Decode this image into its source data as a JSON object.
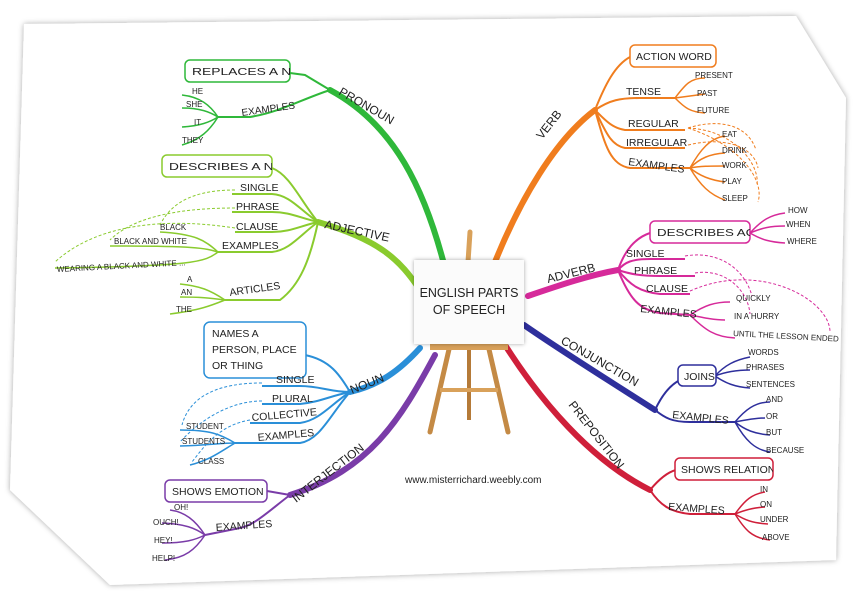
{
  "center": {
    "line1": "ENGLISH PARTS",
    "line2": "OF SPEECH"
  },
  "website": "www.misterrichard.weebly.com",
  "colors": {
    "pronoun": "#2fb83a",
    "adjective": "#8acb2e",
    "noun": "#2a8fd8",
    "interjection": "#7a3ca8",
    "verb": "#f07d1e",
    "adverb": "#d62a9a",
    "conjunction": "#2e2f9c",
    "preposition": "#cf1f3a",
    "easel": "#d9a15a"
  },
  "branches": {
    "pronoun": {
      "title": "PRONOUN",
      "definition": "REPLACES A NOUN",
      "examples_label": "EXAMPLES",
      "examples": [
        "HE",
        "SHE",
        "IT",
        "THEY"
      ]
    },
    "adjective": {
      "title": "ADJECTIVE",
      "definition": "DESCRIBES A NOUN",
      "forms": [
        "SINGLE",
        "PHRASE",
        "CLAUSE"
      ],
      "examples_label": "EXAMPLES",
      "examples": [
        "BLACK",
        "BLACK AND WHITE",
        "WEARING A BLACK AND WHITE ..."
      ],
      "articles_label": "ARTICLES",
      "articles": [
        "A",
        "AN",
        "THE"
      ]
    },
    "noun": {
      "title": "NOUN",
      "definition": [
        "NAMES A",
        "PERSON, PLACE",
        "OR THING"
      ],
      "forms": [
        "SINGLE",
        "PLURAL",
        "COLLECTIVE"
      ],
      "examples_label": "EXAMPLES",
      "examples": [
        "STUDENT",
        "STUDENTS",
        "CLASS"
      ]
    },
    "interjection": {
      "title": "INTERJECTION",
      "definition": "SHOWS EMOTION",
      "examples_label": "EXAMPLES",
      "examples": [
        "OH!",
        "OUCH!",
        "HEY!",
        "HELP!"
      ]
    },
    "verb": {
      "title": "VERB",
      "definition": "ACTION WORD",
      "tense_label": "TENSE",
      "tenses": [
        "PRESENT",
        "PAST",
        "FUTURE"
      ],
      "types": [
        "REGULAR",
        "IRREGULAR"
      ],
      "examples_label": "EXAMPLES",
      "examples": [
        "EAT",
        "DRINK",
        "WORK",
        "PLAY",
        "SLEEP"
      ]
    },
    "adverb": {
      "title": "ADVERB",
      "definition": "DESCRIBES ACTION",
      "questions": [
        "HOW",
        "WHEN",
        "WHERE"
      ],
      "forms": [
        "SINGLE",
        "PHRASE",
        "CLAUSE"
      ],
      "examples_label": "EXAMPLES",
      "examples": [
        "QUICKLY",
        "IN A HURRY",
        "UNTIL THE LESSON ENDED"
      ]
    },
    "conjunction": {
      "title": "CONJUNCTION",
      "definition": "JOINS",
      "joins": [
        "WORDS",
        "PHRASES",
        "SENTENCES"
      ],
      "examples_label": "EXAMPLES",
      "examples": [
        "AND",
        "OR",
        "BUT",
        "BECAUSE"
      ]
    },
    "preposition": {
      "title": "PREPOSITION",
      "definition": "SHOWS RELATIONSHIP",
      "examples_label": "EXAMPLES",
      "examples": [
        "IN",
        "ON",
        "UNDER",
        "ABOVE"
      ]
    }
  }
}
